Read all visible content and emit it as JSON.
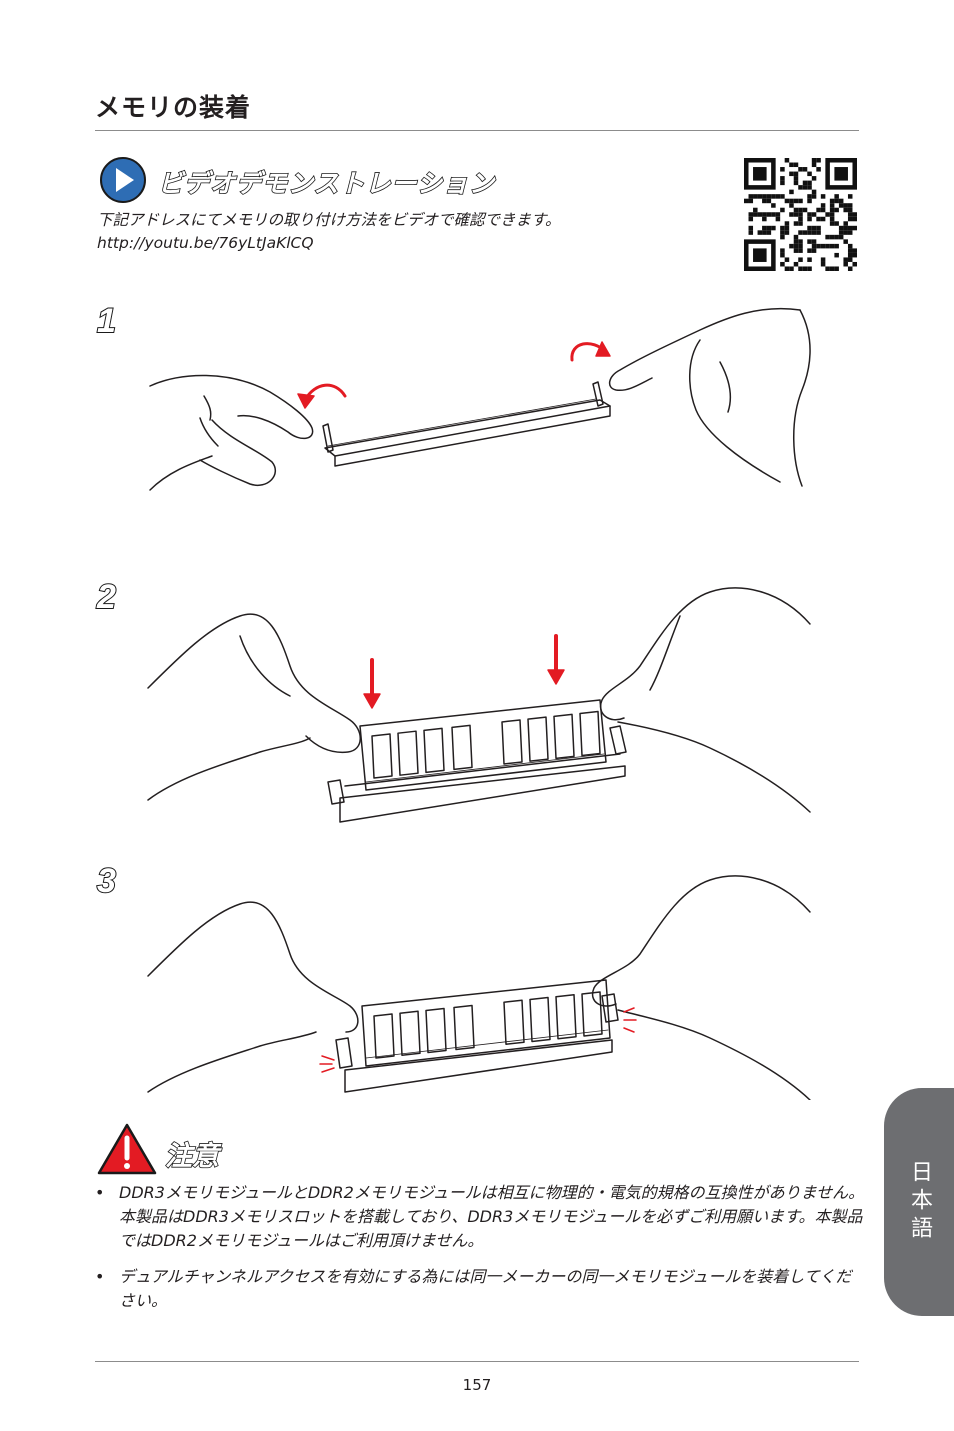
{
  "page": {
    "title": "メモリの装着",
    "page_number": "157",
    "side_tab_label": "日本語"
  },
  "video": {
    "title": "ビデオデモンストレーション",
    "description": "下記アドレスにてメモリの取り付け方法をビデオで確認できます。",
    "url": "http://youtu.be/76yLtJaKlCQ",
    "icon": "play-icon"
  },
  "steps": [
    {
      "number": "1",
      "illustration": "open-dimm-clips"
    },
    {
      "number": "2",
      "illustration": "insert-dimm-module"
    },
    {
      "number": "3",
      "illustration": "clips-lock-module"
    }
  ],
  "caution": {
    "title": "注意",
    "icon": "warning-triangle-icon",
    "items": [
      "DDR3メモリモジュールとDDR2メモリモジュールは相互に物理的・電気的規格の互換性がありません。本製品はDDR3メモリスロットを搭載しており、DDR3メモリモジュールを必ずご利用願います。本製品ではDDR2メモリモジュールはご利用頂けません。",
      "デュアルチャンネルアクセスを有効にする為には同一メーカーの同一メモリモジュールを装着してください。"
    ]
  },
  "colors": {
    "accent_blue": "#2e6db4",
    "arrow_red": "#e31b23",
    "tab_gray": "#6d6e71"
  }
}
